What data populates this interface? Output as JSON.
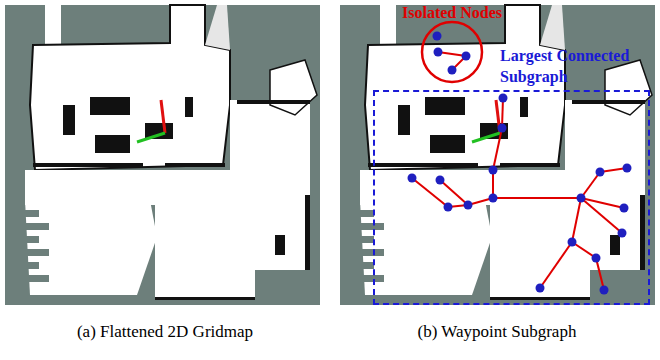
{
  "diagram": {
    "nodes": [
      {
        "text": [
          "Isolated Nodes"
        ]
      },
      {
        "text": [
          "Largest Connected Subgraph"
        ]
      }
    ],
    "labels": [
      "(a) Flattened 2D Gridmap",
      "(b) Waypoint Subgraph"
    ]
  }
}
